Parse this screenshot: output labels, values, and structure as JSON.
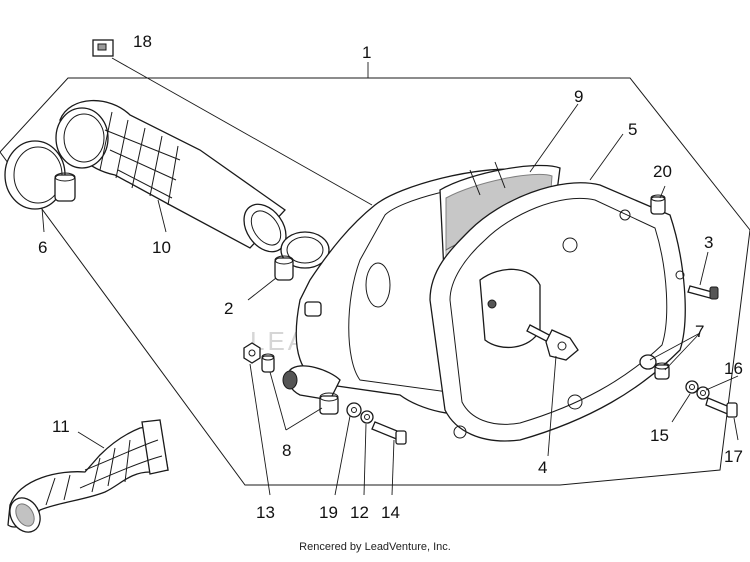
{
  "diagram": {
    "callouts": [
      "1",
      "2",
      "3",
      "4",
      "5",
      "6",
      "7",
      "8",
      "9",
      "10",
      "11",
      "12",
      "13",
      "14",
      "15",
      "16",
      "17",
      "18",
      "19",
      "20"
    ],
    "watermark": "LEADVENTURE"
  },
  "footer": {
    "credit": "Rencered by LeadVenture, Inc."
  }
}
